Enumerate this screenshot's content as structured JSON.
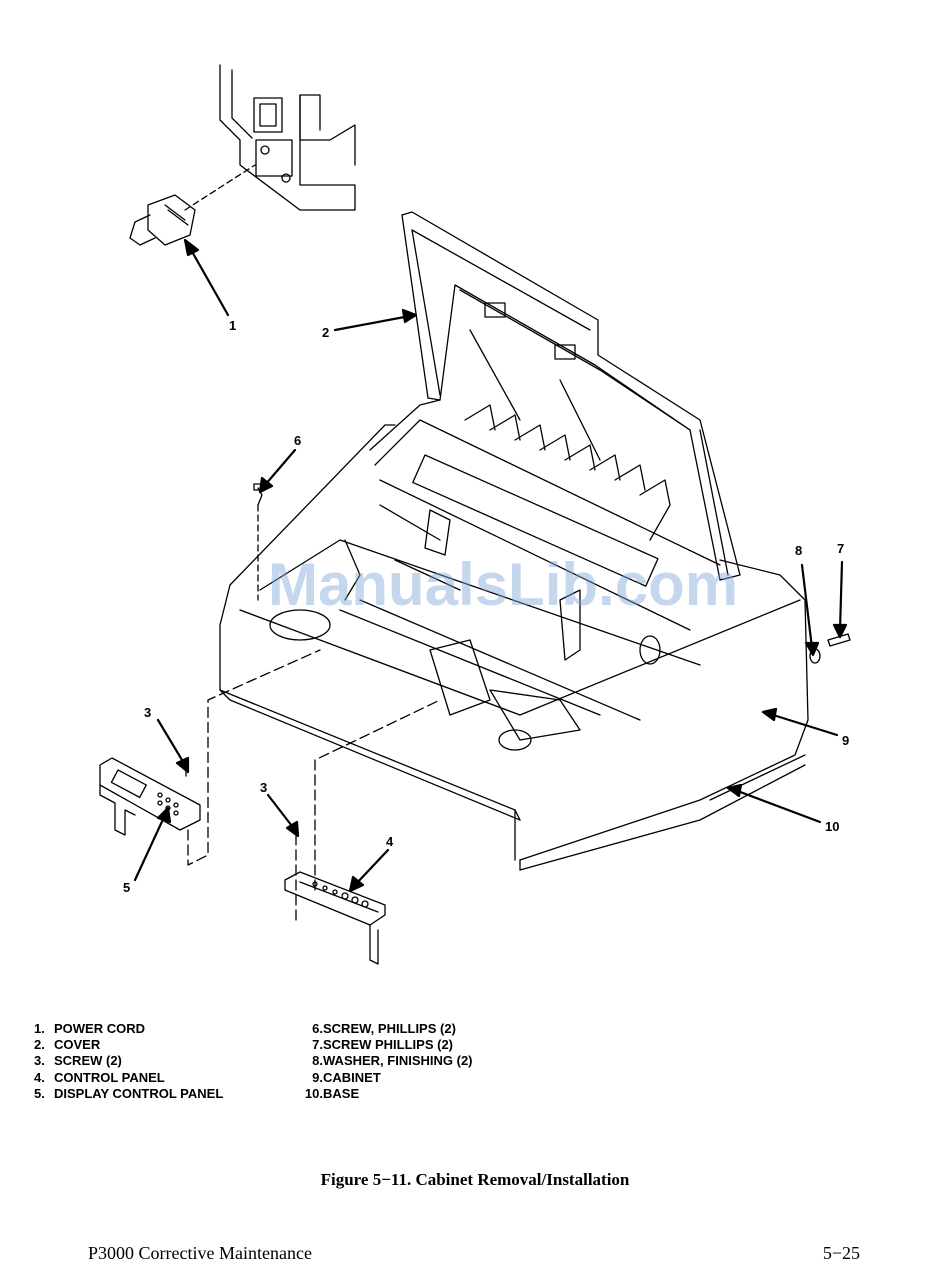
{
  "figure": {
    "callouts": [
      "1",
      "2",
      "3",
      "3",
      "4",
      "5",
      "6",
      "7",
      "8",
      "9",
      "10"
    ],
    "watermark": "ManualsLib.com"
  },
  "legend_left": [
    {
      "num": "1.",
      "text": "POWER CORD"
    },
    {
      "num": "2.",
      "text": "COVER"
    },
    {
      "num": "3.",
      "text": "SCREW (2)"
    },
    {
      "num": "4.",
      "text": "CONTROL PANEL"
    },
    {
      "num": "5.",
      "text": "DISPLAY CONTROL PANEL"
    }
  ],
  "legend_right": [
    {
      "num": "6.",
      "text": "SCREW, PHILLIPS (2)"
    },
    {
      "num": "7.",
      "text": "SCREW PHILLIPS (2)"
    },
    {
      "num": "8.",
      "text": "WASHER, FINISHING (2)"
    },
    {
      "num": "9.",
      "text": "CABINET"
    },
    {
      "num": "10.",
      "text": "BASE"
    }
  ],
  "caption": "Figure 5−11. Cabinet Removal/Installation",
  "footer": {
    "title": "P3000 Corrective Maintenance",
    "page": "5−25"
  }
}
